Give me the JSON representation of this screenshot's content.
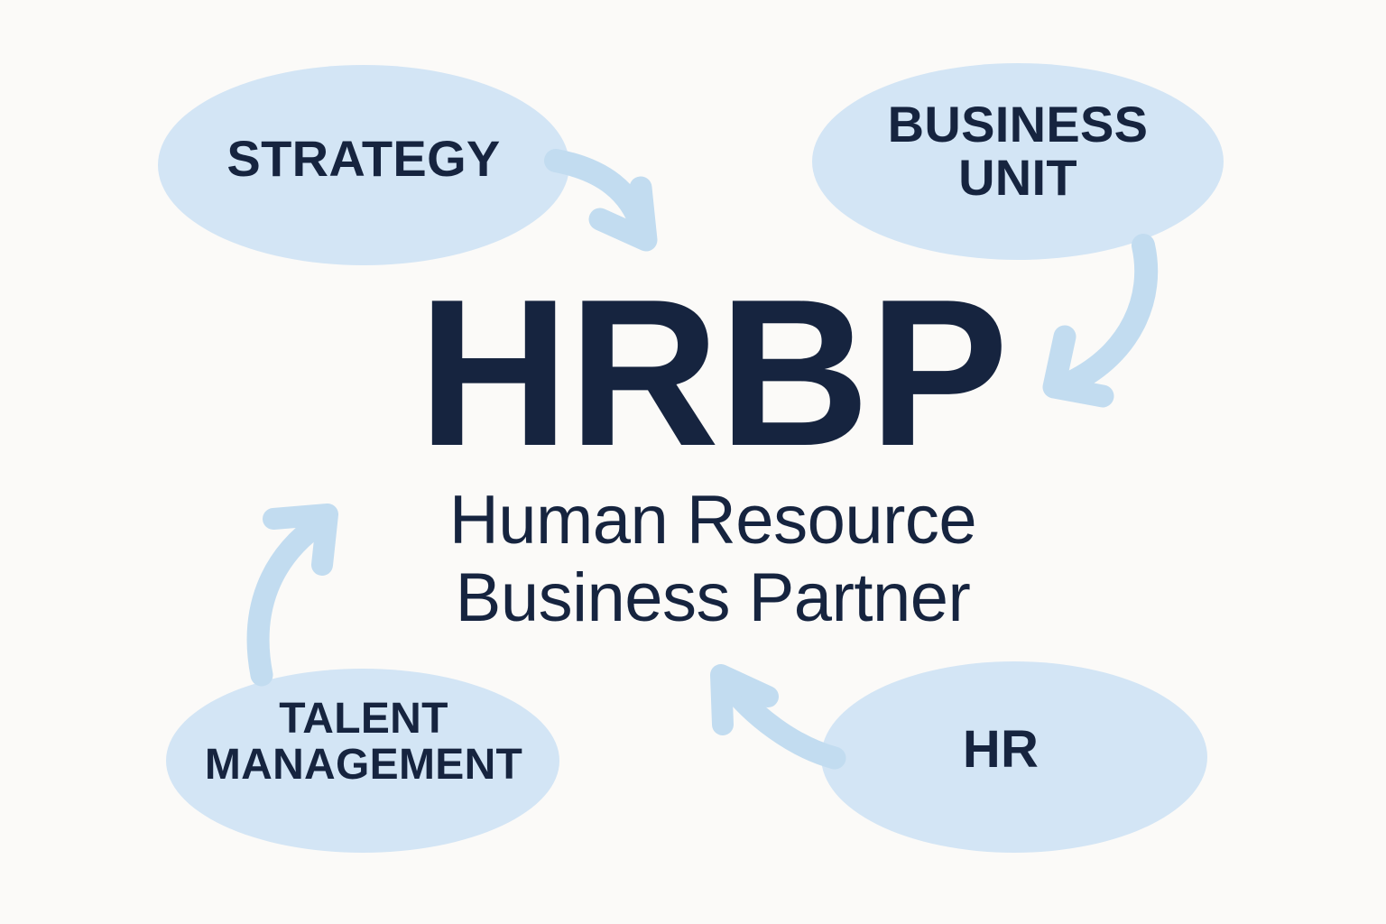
{
  "diagram": {
    "title": "HRBP",
    "background_color": "#fbfaf8",
    "node_fill_color": "#d3e5f5",
    "arrow_color": "#c2dcf0",
    "text_color": "#16243f"
  },
  "center": {
    "acronym": "HRBP",
    "subtitle": "Human Resource\nBusiness Partner"
  },
  "nodes": [
    {
      "id": "strategy",
      "label": "STRATEGY"
    },
    {
      "id": "business-unit",
      "label": "BUSINESS\nUNIT"
    },
    {
      "id": "talent-management",
      "label": "TALENT\nMANAGEMENT"
    },
    {
      "id": "hr",
      "label": "HR"
    }
  ],
  "connectors": [
    {
      "id": "arrow-strategy-to-center",
      "from": "strategy",
      "to": "center",
      "direction": "down-right"
    },
    {
      "id": "arrow-business-unit-to-center",
      "from": "business-unit",
      "to": "center",
      "direction": "down-left"
    },
    {
      "id": "arrow-talent-management-to-center",
      "from": "talent-management",
      "to": "center",
      "direction": "up-right"
    },
    {
      "id": "arrow-hr-to-center",
      "from": "hr",
      "to": "center",
      "direction": "up-left"
    }
  ]
}
